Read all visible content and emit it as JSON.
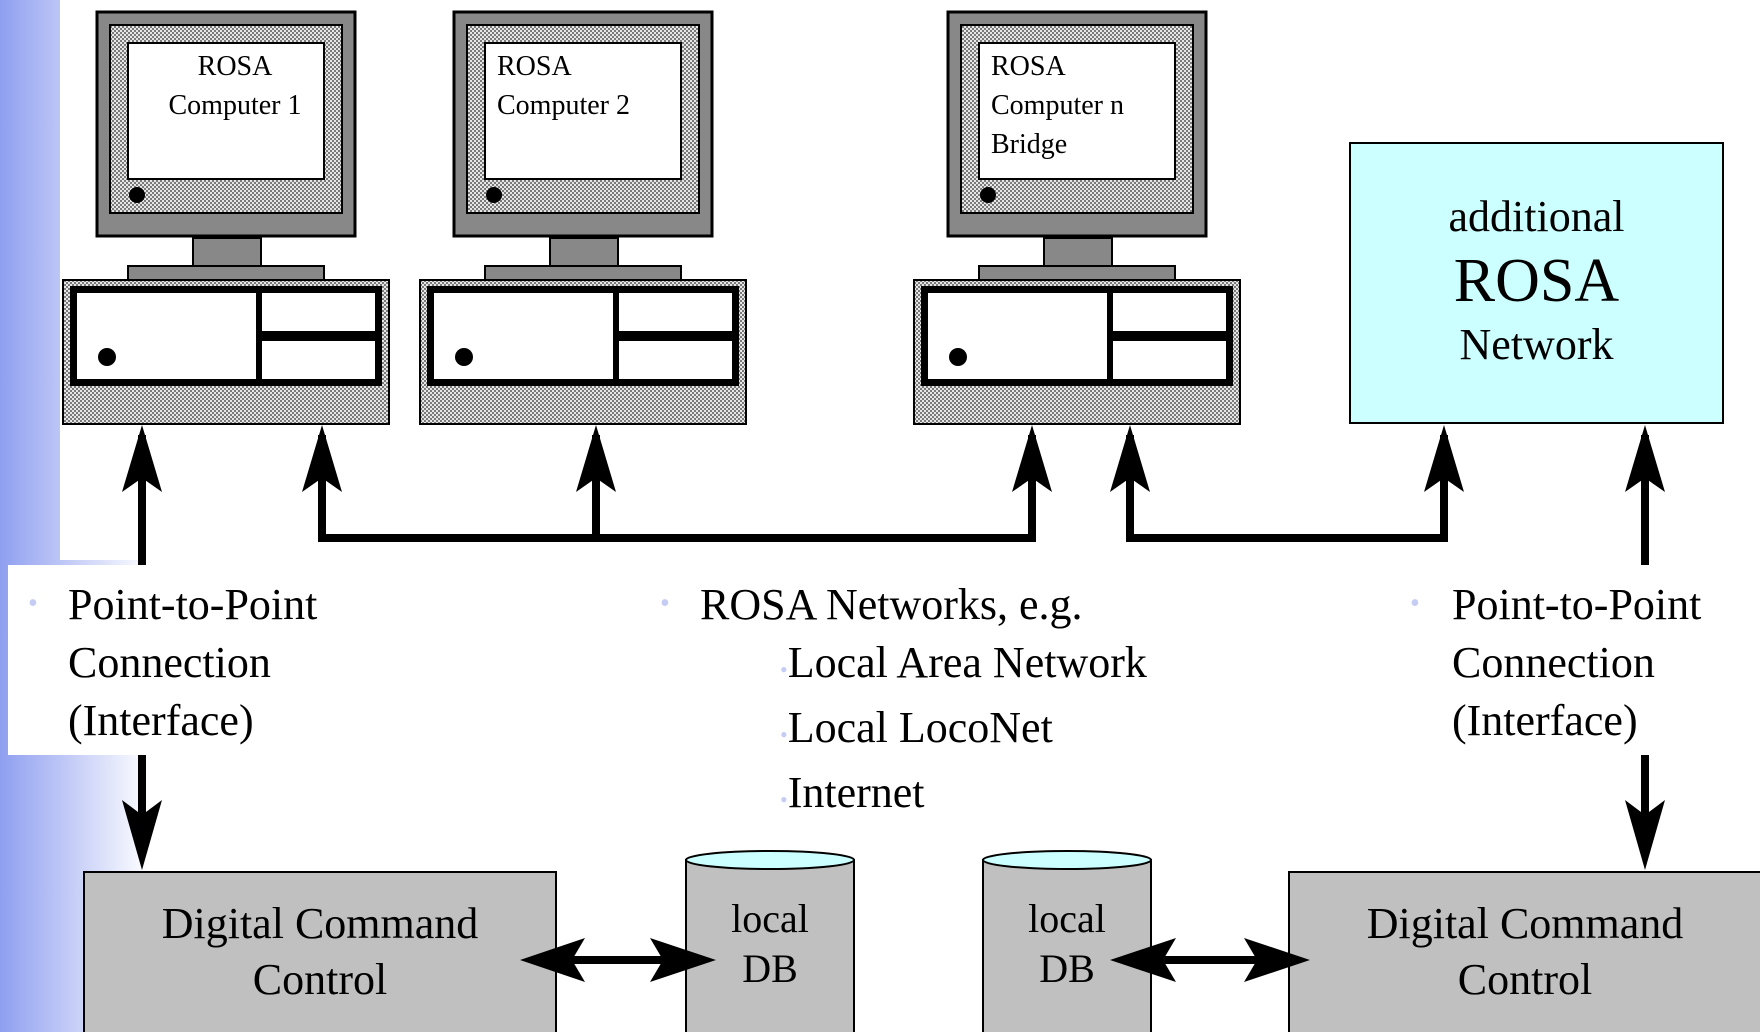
{
  "computers": [
    {
      "line1": "ROSA",
      "line2": "Computer 1",
      "line3": ""
    },
    {
      "line1": "ROSA",
      "line2": "Computer 2",
      "line3": ""
    },
    {
      "line1": "ROSA",
      "line2": "Computer n",
      "line3": "Bridge"
    }
  ],
  "additional_network": {
    "line1": "additional",
    "line2": "ROSA",
    "line3": "Network"
  },
  "left_connection": {
    "line1": "Point-to-Point",
    "line2": "Connection",
    "line3": "(Interface)"
  },
  "right_connection": {
    "line1": "Point-to-Point",
    "line2": "Connection",
    "line3": "(Interface)"
  },
  "networks": {
    "heading": "ROSA Networks, e.g.",
    "items": [
      "Local Area Network",
      "Local LocoNet",
      "Internet"
    ]
  },
  "dcc_left": {
    "line1": "Digital Command",
    "line2": "Control"
  },
  "dcc_right": {
    "line1": "Digital Command",
    "line2": "Control"
  },
  "db_left": {
    "line1": "local",
    "line2": "DB"
  },
  "db_right": {
    "line1": "local",
    "line2": "DB"
  },
  "colors": {
    "left_gradient_start": "#8f9ff0",
    "network_box": "#ccffff",
    "dcc_box": "#c0c0c0",
    "db_top": "#ccffff",
    "bullet": "#c6cdf5"
  }
}
